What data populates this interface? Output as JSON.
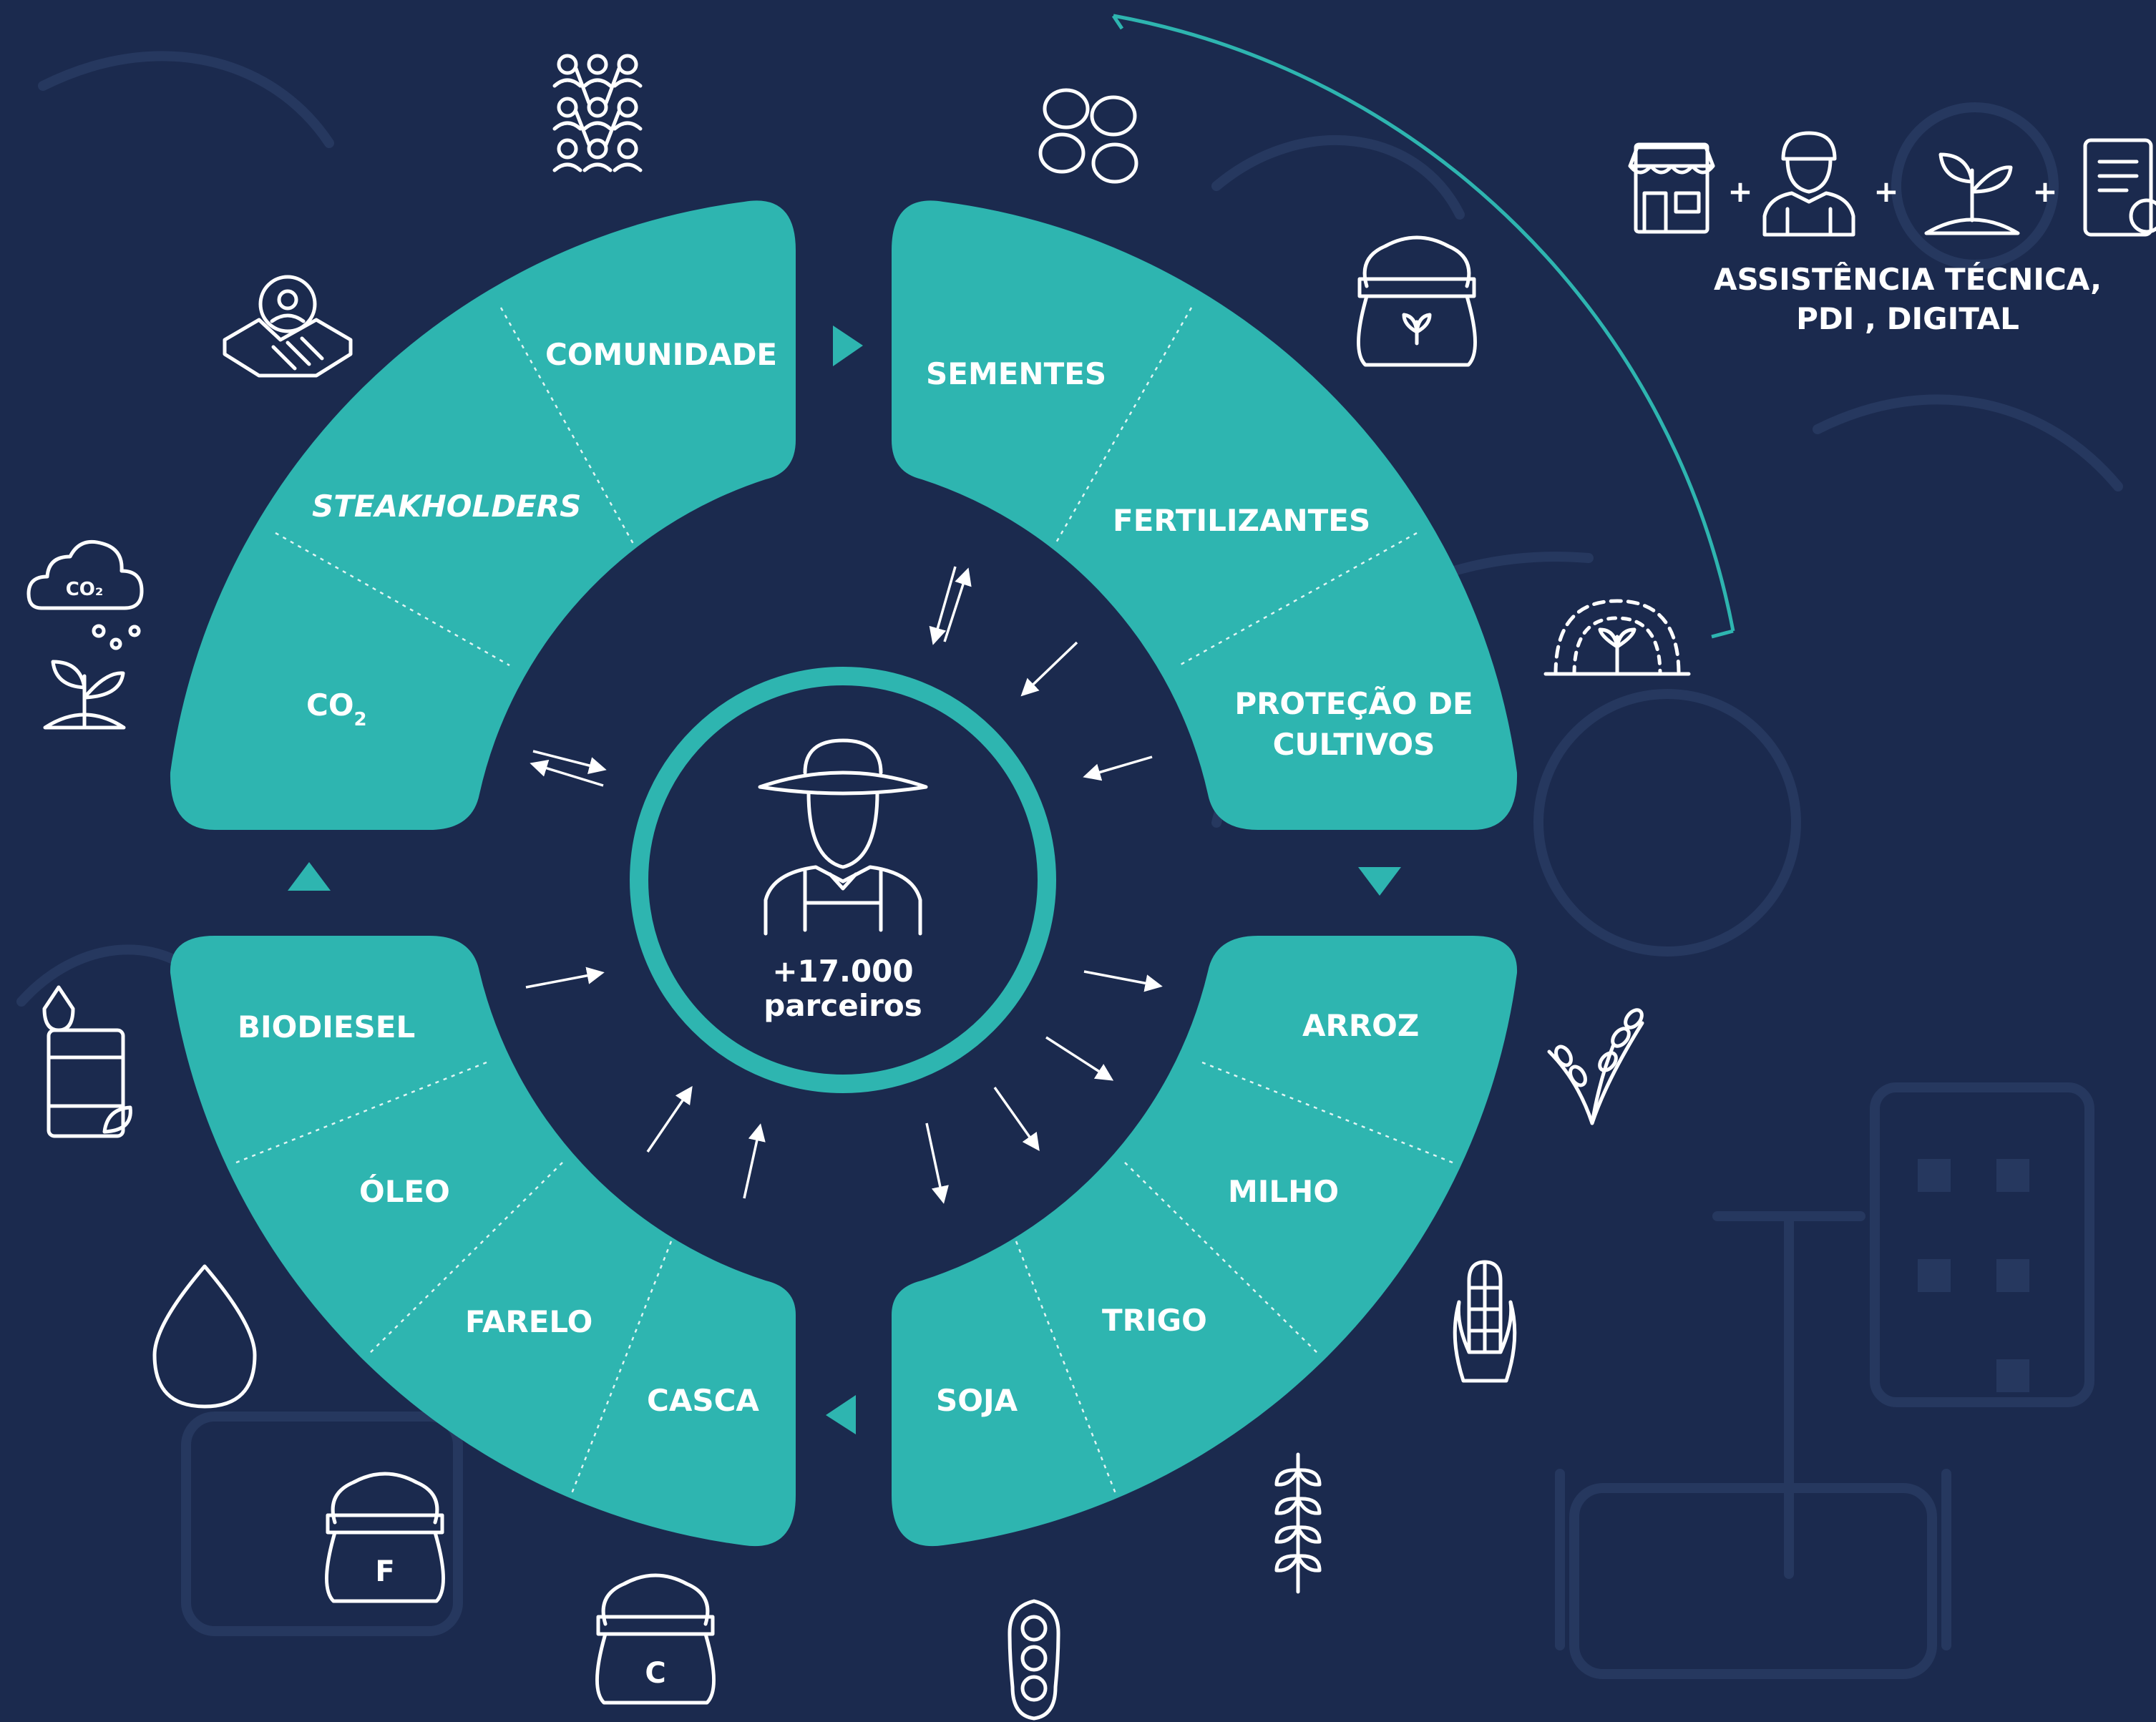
{
  "colors": {
    "background": "#1b2a4e",
    "accent": "#2eb5b0",
    "pattern": "#26385f",
    "text": "#ffffff"
  },
  "center": {
    "count": "+17.000",
    "label": "parceiros",
    "icon": "farmer-icon"
  },
  "quadrants": {
    "top_left": [
      "COMUNIDADE",
      "STEAKHOLDERS",
      "CO"
    ],
    "co2_subscript": "2",
    "top_right": [
      "SEMENTES",
      "FERTILIZANTES",
      "PROTEÇÃO DE",
      "CULTIVOS"
    ],
    "bottom_right": [
      "ARROZ",
      "MILHO",
      "TRIGO",
      "SOJA"
    ],
    "bottom_left": [
      "BIODIESEL",
      "ÓLEO",
      "FARELO",
      "CASCA"
    ]
  },
  "services": {
    "line1": "ASSISTÊNCIA TÉCNICA,",
    "line2": "PDI , DIGITAL",
    "plus": "+",
    "icons": [
      "store-icon",
      "technician-icon",
      "plant-care-icon",
      "digital-tablet-icon"
    ]
  },
  "icon_labels": {
    "co2_cloud": "CO₂",
    "bran_sack": "F",
    "husk_sack": "C"
  },
  "icons": [
    "network-icon",
    "handshake-gear-icon",
    "co2-cloud-icon",
    "sprout-icon",
    "oil-drum-icon",
    "drop-icon",
    "bran-sack-icon",
    "husk-sack-icon",
    "soy-pod-icon",
    "wheat-icon",
    "corn-icon",
    "rice-icon",
    "greenhouse-icon",
    "fertilizer-sack-icon",
    "seeds-icon"
  ]
}
